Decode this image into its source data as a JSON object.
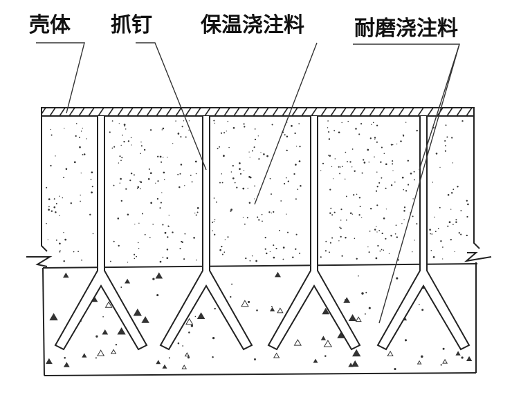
{
  "labels": {
    "shell": "壳体",
    "anchor": "抓钉",
    "insulating_castable": "保温浇注料",
    "wear_resistant_castable": "耐磨浇注料"
  },
  "anchor_count": 4,
  "colors": {
    "ink": "#222222",
    "background": "#ffffff"
  }
}
